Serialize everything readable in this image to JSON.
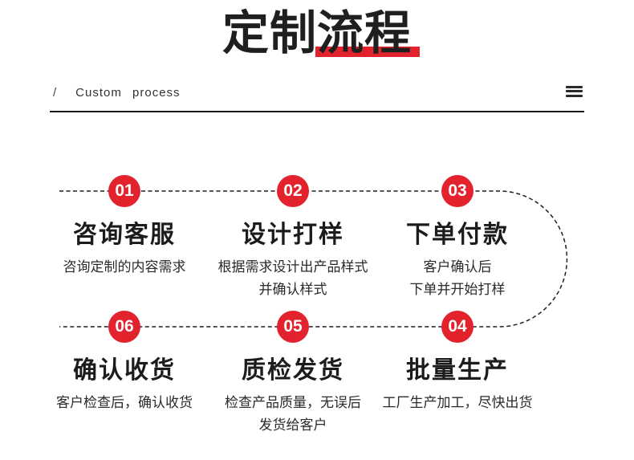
{
  "header": {
    "title_prefix": "定制",
    "title_highlight": "流程",
    "breadcrumb_slash": "/",
    "breadcrumb_text": "Custom process"
  },
  "colors": {
    "accent_red": "#e2232e",
    "ink": "#1f1f1f"
  },
  "flow": {
    "top_row": [
      {
        "number": "01",
        "title": "咨询客服",
        "desc": [
          "咨询定制的内容需求"
        ]
      },
      {
        "number": "02",
        "title": "设计打样",
        "desc": [
          "根据需求设计出产品样式",
          "并确认样式"
        ]
      },
      {
        "number": "03",
        "title": "下单付款",
        "desc": [
          "客户确认后",
          "下单并开始打样"
        ]
      }
    ],
    "bottom_row": [
      {
        "number": "06",
        "title": "确认收货",
        "desc": [
          "客户检查后，确认收货"
        ]
      },
      {
        "number": "05",
        "title": "质检发货",
        "desc": [
          "检查产品质量，无误后",
          "发货给客户"
        ]
      },
      {
        "number": "04",
        "title": "批量生产",
        "desc": [
          "工厂生产加工，尽快出货"
        ]
      }
    ]
  }
}
